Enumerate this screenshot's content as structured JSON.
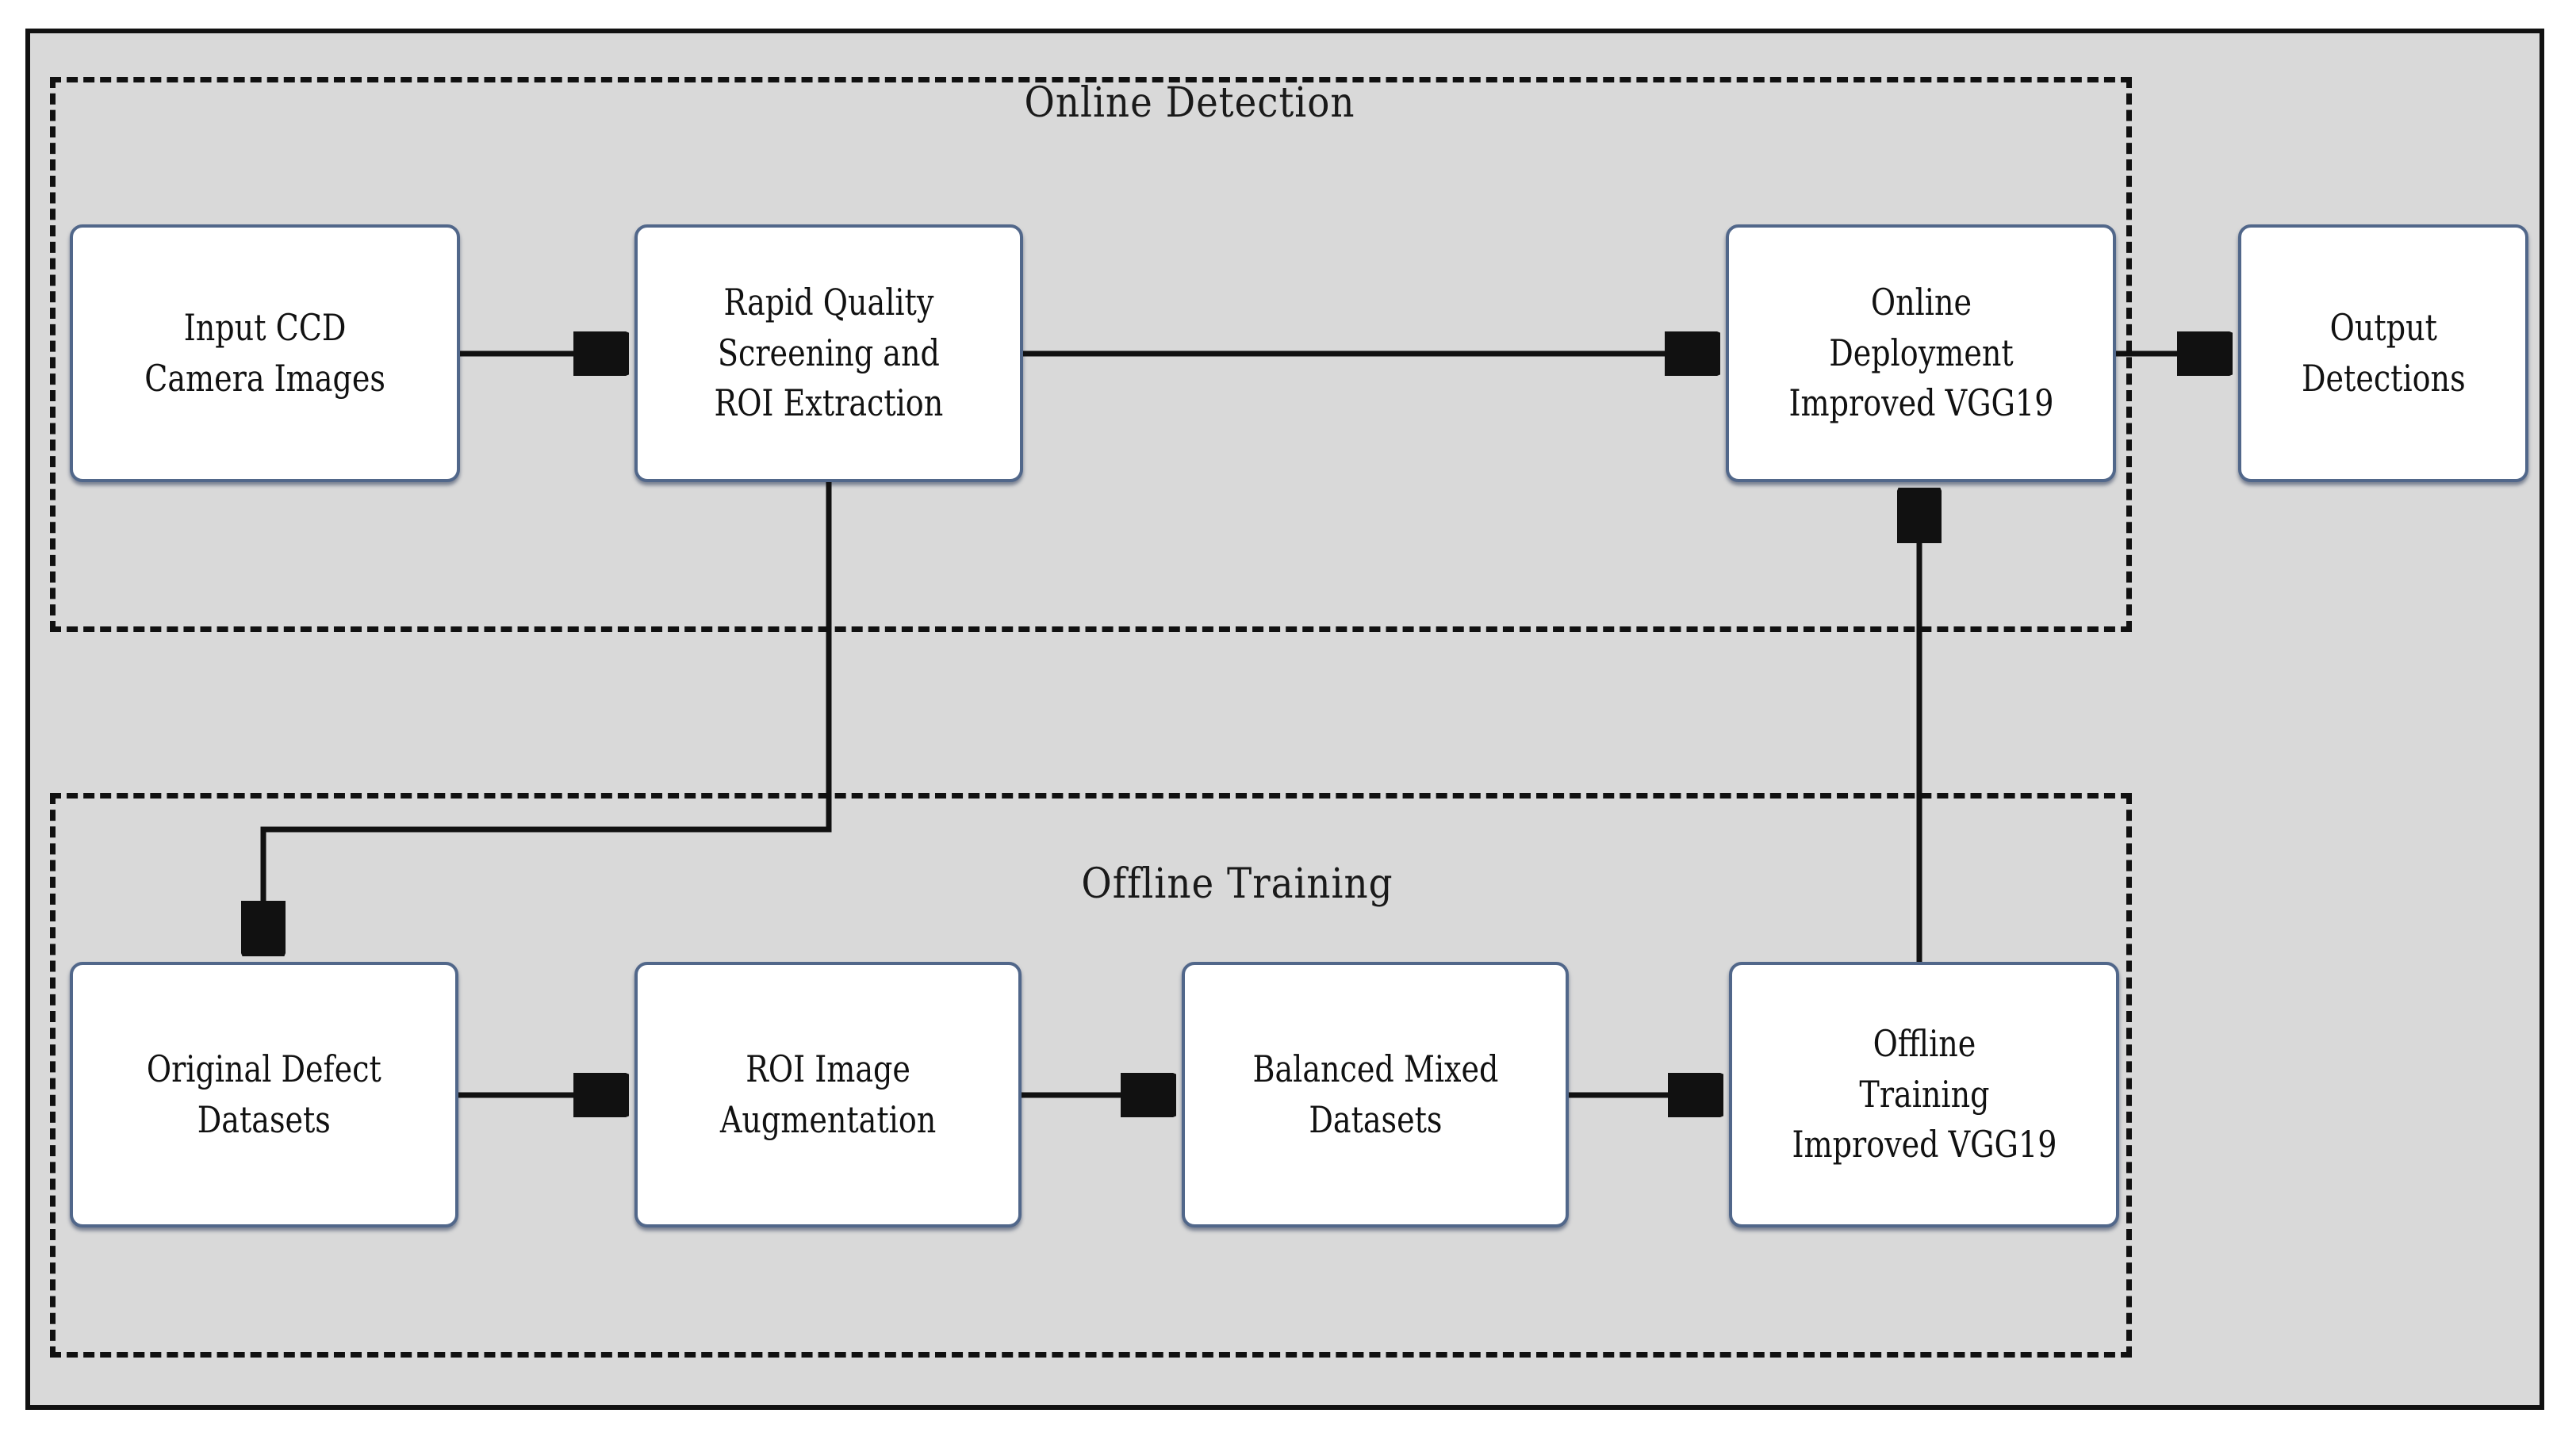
{
  "figure": {
    "background_color": "#d9d9d9",
    "frame_color": "#111111",
    "node_border_color": "#51678a",
    "node_fill_color": "#ffffff"
  },
  "groups": [
    {
      "id": "online",
      "title": "Online Detection"
    },
    {
      "id": "offline",
      "title": "Offline Training"
    }
  ],
  "nodes": {
    "input_ccd": "Input CCD\nCamera Images",
    "rapid_quality": "Rapid Quality\nScreening and\nROI Extraction",
    "online_deployment": "Online\nDeployment\nImproved VGG19",
    "output_detections": "Output\nDetections",
    "original_defect": "Original Defect\nDatasets",
    "roi_augmentation": "ROI Image\nAugmentation",
    "balanced_mixed": "Balanced Mixed\nDatasets",
    "offline_training": "Offline\nTraining\nImproved VGG19"
  }
}
